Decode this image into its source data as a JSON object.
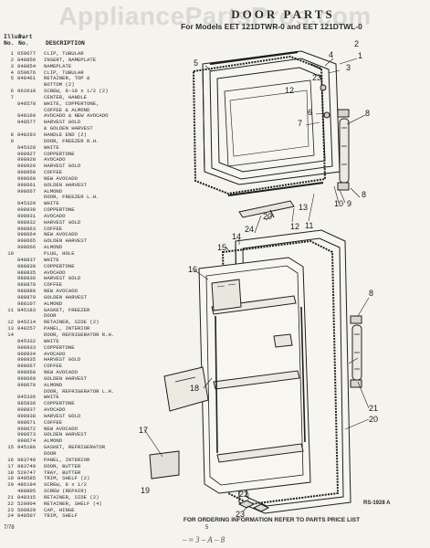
{
  "watermark": "AppliancePartsPros.com",
  "title": "DOOR PARTS",
  "subtitle": "For Models EET 121DTWR-0 and EET 121DTWL-0",
  "columns": {
    "illus": "Illus.",
    "no_illus": "No.",
    "part": "Part",
    "no_part": "No.",
    "description": "DESCRIPTION"
  },
  "parts": [
    {
      "illus": "1",
      "part": "659677",
      "desc": "CLIP, TUBULAR"
    },
    {
      "illus": "2",
      "part": "848850",
      "desc": "INSERT, NAMEPLATE"
    },
    {
      "illus": "3",
      "part": "848854",
      "desc": "NAMEPLATE"
    },
    {
      "illus": "4",
      "part": "659676",
      "desc": "CLIP, TUBULAR"
    },
    {
      "illus": "5",
      "part": "848461",
      "desc": "RETAINER, TOP &"
    },
    {
      "illus": "",
      "part": "",
      "desc": "BOTTOM (2)"
    },
    {
      "illus": "6",
      "part": "962018",
      "desc": "SCREW, 8-18 x 1/2 (2)"
    },
    {
      "illus": "7",
      "part": "",
      "desc": "CENTER, HANDLE"
    },
    {
      "illus": "",
      "part": "848578",
      "desc": "WHITE, COPPERTONE,"
    },
    {
      "illus": "",
      "part": "",
      "desc": "COFFEE & ALMOND"
    },
    {
      "illus": "",
      "part": "848169",
      "desc": "AVOCADO & NEW AVOCADO"
    },
    {
      "illus": "",
      "part": "848577",
      "desc": "HARVEST GOLD"
    },
    {
      "illus": "",
      "part": "",
      "desc": "& GOLDEN HARVEST"
    },
    {
      "illus": "8",
      "part": "848293",
      "desc": "HANDLE END (2)"
    },
    {
      "illus": "9",
      "part": "",
      "desc": "DOOR, FREEZER R.H."
    },
    {
      "illus": "",
      "part": "845328",
      "desc": "WHITE"
    },
    {
      "illus": "",
      "part": "998927",
      "desc": "COPPERTONE"
    },
    {
      "illus": "",
      "part": "998928",
      "desc": "AVOCADO"
    },
    {
      "illus": "",
      "part": "998929",
      "desc": "HARVEST GOLD"
    },
    {
      "illus": "",
      "part": "998959",
      "desc": "COFFEE"
    },
    {
      "illus": "",
      "part": "998660",
      "desc": "NEW AVOCADO"
    },
    {
      "illus": "",
      "part": "998661",
      "desc": "GOLDEN HARVEST"
    },
    {
      "illus": "",
      "part": "998667",
      "desc": "ALMOND"
    },
    {
      "illus": "",
      "part": "",
      "desc": "DOOR, FREEZER L.H."
    },
    {
      "illus": "",
      "part": "845329",
      "desc": "WHITE"
    },
    {
      "illus": "",
      "part": "998930",
      "desc": "COPPERTONE"
    },
    {
      "illus": "",
      "part": "998931",
      "desc": "AVOCADO"
    },
    {
      "illus": "",
      "part": "998932",
      "desc": "HARVEST GOLD"
    },
    {
      "illus": "",
      "part": "998963",
      "desc": "COFFEE"
    },
    {
      "illus": "",
      "part": "998664",
      "desc": "NEW AVOCADO"
    },
    {
      "illus": "",
      "part": "998665",
      "desc": "GOLDEN HARVEST"
    },
    {
      "illus": "",
      "part": "998666",
      "desc": "ALMOND"
    },
    {
      "illus": "10",
      "part": "",
      "desc": "PLUG, HOLE"
    },
    {
      "illus": "",
      "part": "848837",
      "desc": "WHITE"
    },
    {
      "illus": "",
      "part": "988830",
      "desc": "COPPERTONE"
    },
    {
      "illus": "",
      "part": "988835",
      "desc": "AVOCADO"
    },
    {
      "illus": "",
      "part": "988836",
      "desc": "HARVEST GOLD"
    },
    {
      "illus": "",
      "part": "988878",
      "desc": "COFFEE"
    },
    {
      "illus": "",
      "part": "988880",
      "desc": "NEW AVOCADO"
    },
    {
      "illus": "",
      "part": "988879",
      "desc": "GOLDEN HARVEST"
    },
    {
      "illus": "",
      "part": "988107",
      "desc": "ALMOND"
    },
    {
      "illus": "11",
      "part": "845183",
      "desc": "GASKET, FREEZER"
    },
    {
      "illus": "",
      "part": "",
      "desc": "DOOR"
    },
    {
      "illus": "12",
      "part": "845214",
      "desc": "RETAINER, SIDE (2)"
    },
    {
      "illus": "13",
      "part": "848257",
      "desc": "PANEL, INTERIOR"
    },
    {
      "illus": "14",
      "part": "",
      "desc": "DOOR, REFRIGERATOR R.H."
    },
    {
      "illus": "",
      "part": "845332",
      "desc": "WHITE"
    },
    {
      "illus": "",
      "part": "998933",
      "desc": "COPPERTONE"
    },
    {
      "illus": "",
      "part": "998934",
      "desc": "AVOCADO"
    },
    {
      "illus": "",
      "part": "998935",
      "desc": "HARVEST GOLD"
    },
    {
      "illus": "",
      "part": "998667",
      "desc": "COFFEE"
    },
    {
      "illus": "",
      "part": "998668",
      "desc": "NEW AVOCADO"
    },
    {
      "illus": "",
      "part": "998669",
      "desc": "GOLDEN HARVEST"
    },
    {
      "illus": "",
      "part": "998670",
      "desc": "ALMOND"
    },
    {
      "illus": "",
      "part": "",
      "desc": "DOOR, REFRIGERATOR L.H."
    },
    {
      "illus": "",
      "part": "845336",
      "desc": "WHITE"
    },
    {
      "illus": "",
      "part": "985936",
      "desc": "COPPERTONE"
    },
    {
      "illus": "",
      "part": "998937",
      "desc": "AVOCADO"
    },
    {
      "illus": "",
      "part": "998938",
      "desc": "HARVEST GOLD"
    },
    {
      "illus": "",
      "part": "998671",
      "desc": "COFFEE"
    },
    {
      "illus": "",
      "part": "998672",
      "desc": "NEW AVOCADO"
    },
    {
      "illus": "",
      "part": "998673",
      "desc": "GOLDEN HARVEST"
    },
    {
      "illus": "",
      "part": "998674",
      "desc": "ALMOND"
    },
    {
      "illus": "15",
      "part": "845188",
      "desc": "GASKET, REFRIGERATOR"
    },
    {
      "illus": "",
      "part": "",
      "desc": "DOOR"
    },
    {
      "illus": "16",
      "part": "983748",
      "desc": "PANEL, INTERIOR"
    },
    {
      "illus": "17",
      "part": "983749",
      "desc": "DOOR, BUTTER"
    },
    {
      "illus": "18",
      "part": "520747",
      "desc": "TRAY, BUTTER"
    },
    {
      "illus": "19",
      "part": "848585",
      "desc": "TRIM, SHELF (2)"
    },
    {
      "illus": "20",
      "part": "486194",
      "desc": "SCREW, 8 x 1/2"
    },
    {
      "illus": "",
      "part": "488805",
      "desc": "SCREW (REPAIR)"
    },
    {
      "illus": "21",
      "part": "848315",
      "desc": "RETAINER, SIDE (2)"
    },
    {
      "illus": "22",
      "part": "520904",
      "desc": "RETAINER, SHELF (4)"
    },
    {
      "illus": "23",
      "part": "509829",
      "desc": "CAP, HINGE"
    },
    {
      "illus": "24",
      "part": "848507",
      "desc": "TRIM, SHELF"
    }
  ],
  "order_note": "FOR ORDERING INFORMATION REFER TO PARTS PRICE LIST",
  "page_number": "5",
  "figure_code": "RS-1928 A",
  "doc_code": "7/78",
  "handwriting": "– ≈ 3 – A – 8",
  "callouts": [
    "1",
    "2",
    "3",
    "4",
    "5",
    "6",
    "7",
    "8",
    "9",
    "10",
    "11",
    "12",
    "13",
    "14",
    "15",
    "16",
    "17",
    "18",
    "19",
    "20",
    "21",
    "22",
    "23",
    "24"
  ],
  "colors": {
    "line": "#1e1e1e",
    "paper": "#f4f3ee",
    "watermark": "#969696"
  }
}
